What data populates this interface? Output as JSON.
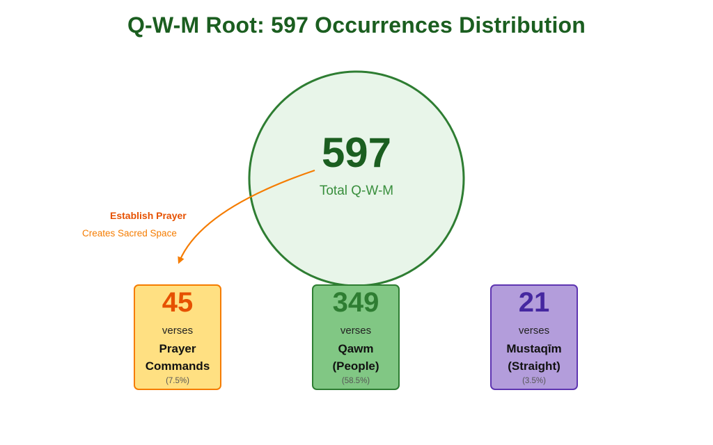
{
  "title": "Q-W-M Root: 597 Occurrences Distribution",
  "total": {
    "value": "597",
    "label": "Total Q-W-M"
  },
  "annotation": {
    "title": "Establish Prayer",
    "subtitle": "Creates Sacred Space"
  },
  "categories": [
    {
      "value": "45",
      "unit": "verses",
      "label_line1": "Prayer",
      "label_line2": "Commands",
      "percent": "(7.5%)"
    },
    {
      "value": "349",
      "unit": "verses",
      "label_line1": "Qawm",
      "label_line2": "(People)",
      "percent": "(58.5%)"
    },
    {
      "value": "21",
      "unit": "verses",
      "label_line1": "Mustaqīm",
      "label_line2": "(Straight)",
      "percent": "(3.5%)"
    }
  ],
  "colors": {
    "title": "#1b5e20",
    "circle_fill": "#e8f5e9",
    "circle_stroke": "#2e7d32",
    "arrow": "#f57c00",
    "prayer_fill": "#ffe082",
    "prayer_stroke": "#f57c00",
    "prayer_text": "#e65100",
    "qawm_fill": "#81c784",
    "qawm_stroke": "#2e7d32",
    "qawm_text": "#2e7d32",
    "mustaqim_fill": "#b39ddb",
    "mustaqim_stroke": "#5e35b1",
    "mustaqim_text": "#4527a0"
  }
}
